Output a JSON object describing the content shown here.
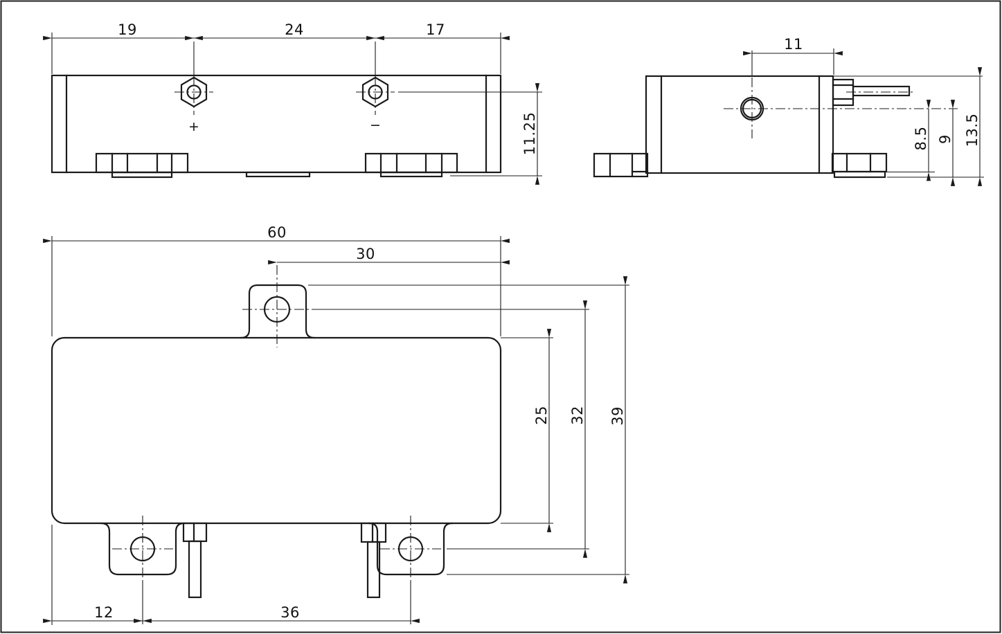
{
  "colors": {
    "background": "#ffffff",
    "line": "#1a1a1a"
  },
  "front_view": {
    "dim_left": "19",
    "dim_middle": "24",
    "dim_right": "17",
    "dim_height": "11.25",
    "polarity_positive": "+",
    "polarity_negative": "−"
  },
  "side_view": {
    "dim_hole_offset": "11",
    "dim_center_to_base": "8.5",
    "dim_center_to_foot": "9",
    "dim_total_height": "13.5"
  },
  "main_view": {
    "dim_total_width": "60",
    "dim_hole_offset": "30",
    "dim_body_height": "25",
    "dim_hole_height": "32",
    "dim_total_height": "39",
    "dim_left_offset": "12",
    "dim_hole_spacing": "36"
  }
}
